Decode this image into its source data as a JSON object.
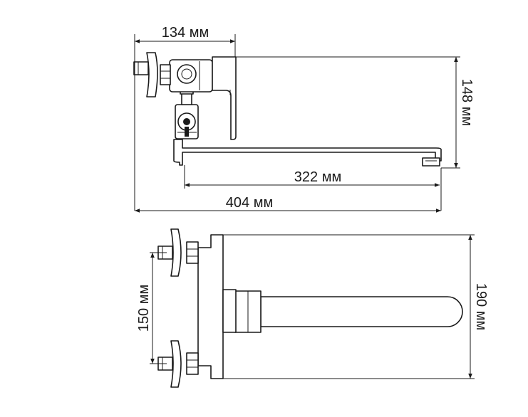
{
  "dimensions": {
    "top_width": "134 мм",
    "height": "148 мм",
    "spout_reach": "322 мм",
    "total_length": "404 мм",
    "centers": "150 мм",
    "spout_width": "190 мм"
  }
}
